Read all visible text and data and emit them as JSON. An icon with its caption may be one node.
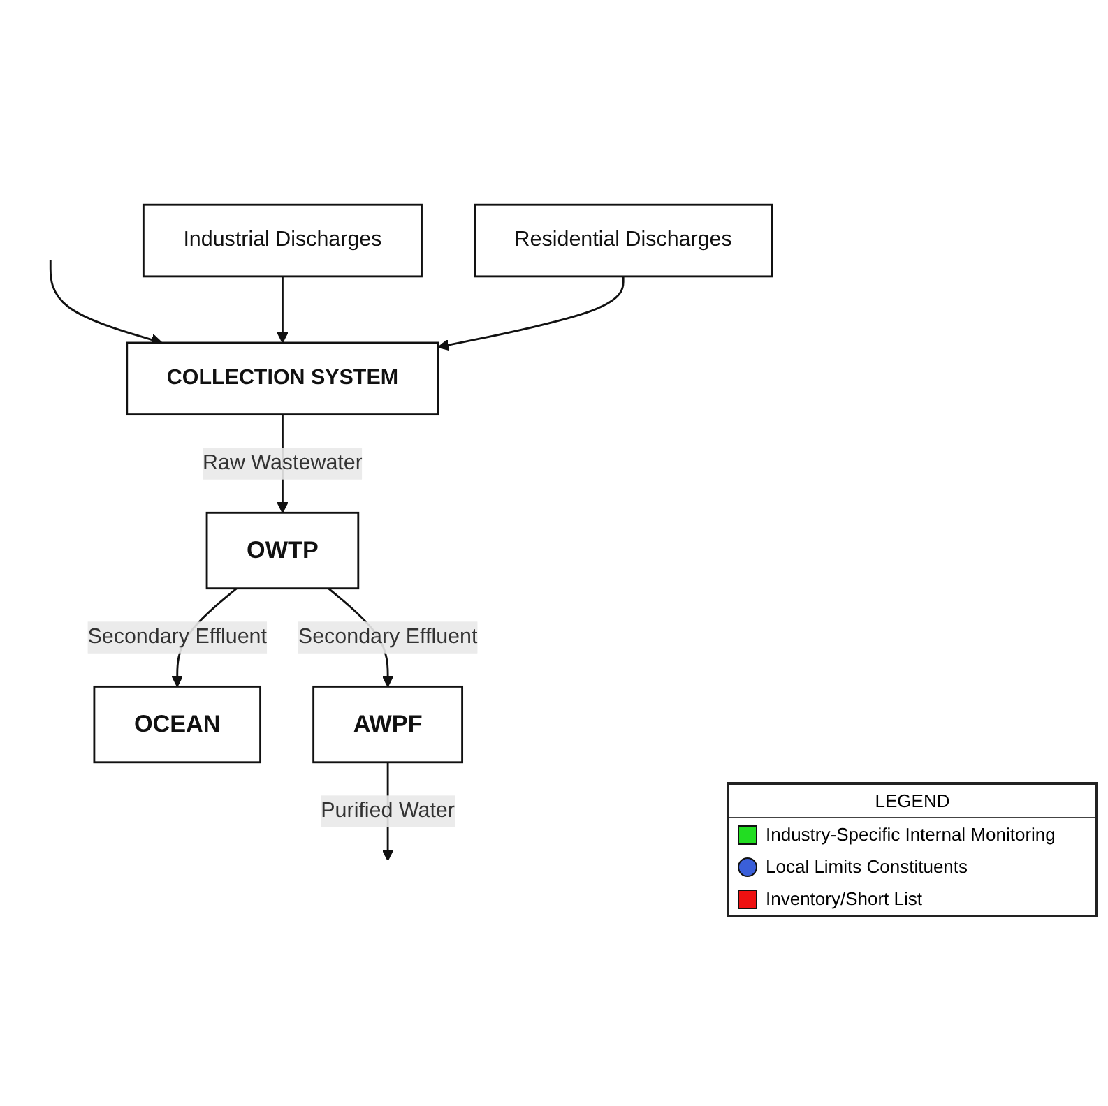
{
  "diagram": {
    "nodes": [
      {
        "text": [
          "Industrial Discharges"
        ]
      },
      {
        "text": [
          "Residential Discharges"
        ]
      },
      {
        "text": [
          "COLLECTION SYSTEM"
        ]
      },
      {
        "text": [
          "OWTP"
        ]
      },
      {
        "text": [
          "OCEAN"
        ]
      },
      {
        "text": [
          "AWPF"
        ]
      }
    ],
    "edges": [
      {
        "from": null,
        "to": 2,
        "arrow": "to"
      },
      {
        "from": 0,
        "to": 2,
        "arrow": "to"
      },
      {
        "from": 1,
        "to": 2,
        "arrow": "to"
      },
      {
        "from": 2,
        "to": 3,
        "label": "Raw Wastewater",
        "arrow": "to"
      },
      {
        "from": 3,
        "to": 4,
        "label": "Secondary Effluent",
        "arrow": "to"
      },
      {
        "from": 3,
        "to": 5,
        "label": "Secondary Effluent",
        "arrow": "to"
      },
      {
        "from": 5,
        "to": null,
        "label": "Purified Water",
        "arrow": "to"
      }
    ],
    "labels": [
      "LEGEND"
    ],
    "legend": [
      {
        "text": "Industry-Specific Internal Monitoring",
        "color": "#22dd22"
      },
      {
        "text": "Local Limits Constituents",
        "color": "#3a5fd9"
      },
      {
        "text": "Inventory/Short List",
        "color": "#ee1111"
      }
    ]
  }
}
